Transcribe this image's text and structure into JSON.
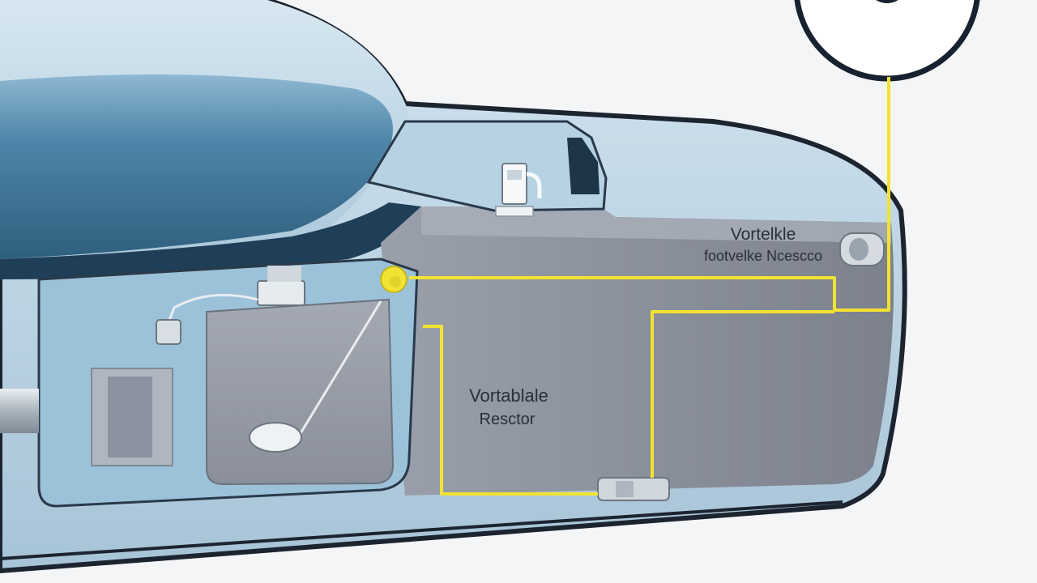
{
  "labels": {
    "top_right_line1": "Vortelkle",
    "top_right_line2": "footvelke Ncescco",
    "center_line1": "Vortablale",
    "center_line2": "Resctor"
  },
  "colors": {
    "background": "#f4f5f6",
    "wire": "#f2e232",
    "outline": "#1c2430",
    "body_light": "#c4dbe9",
    "body_dark": "#3d6f8f",
    "tank_grey": "#8a8f9b",
    "panel_grey": "#7d828d"
  },
  "icons": [
    "fuel-pump-icon",
    "gauge-dial-icon",
    "float-arm-icon",
    "wire-connector-icon",
    "sensor-plug-icon"
  ]
}
